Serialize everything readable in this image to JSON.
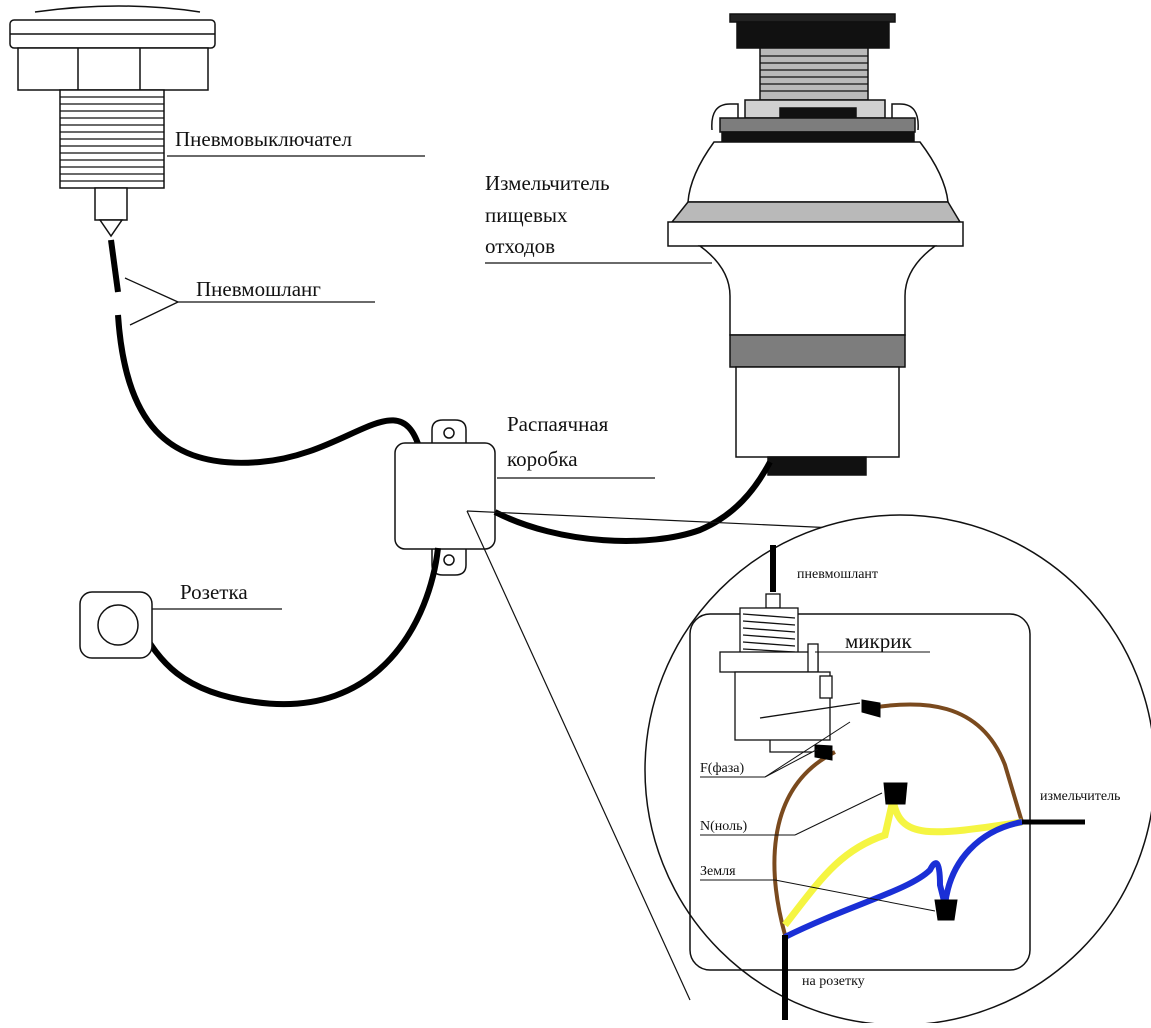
{
  "labels": {
    "air_switch": "Пневмовыключател",
    "air_hose": "Пневмошланг",
    "grinder_line1": "Измельчитель",
    "grinder_line2": "пищевых",
    "grinder_line3": "отходов",
    "junction_line1": "Распаячная",
    "junction_line2": "коробка",
    "socket": "Розетка"
  },
  "inset": {
    "hose": "пневмошлант",
    "microswitch": "микрик",
    "phase": "F(фаза)",
    "neutral": "N(ноль)",
    "ground": "Земля",
    "to_grinder": "измельчитель",
    "to_socket": "на розетку"
  },
  "colors": {
    "outline": "#111111",
    "cable": "#000000",
    "phase_wire": "#7a4a1e",
    "neutral_wire": "#f5f542",
    "ground_wire": "#1a2fd6",
    "grey_dark": "#7d7d7d",
    "grey_mid": "#b9b9b9"
  }
}
